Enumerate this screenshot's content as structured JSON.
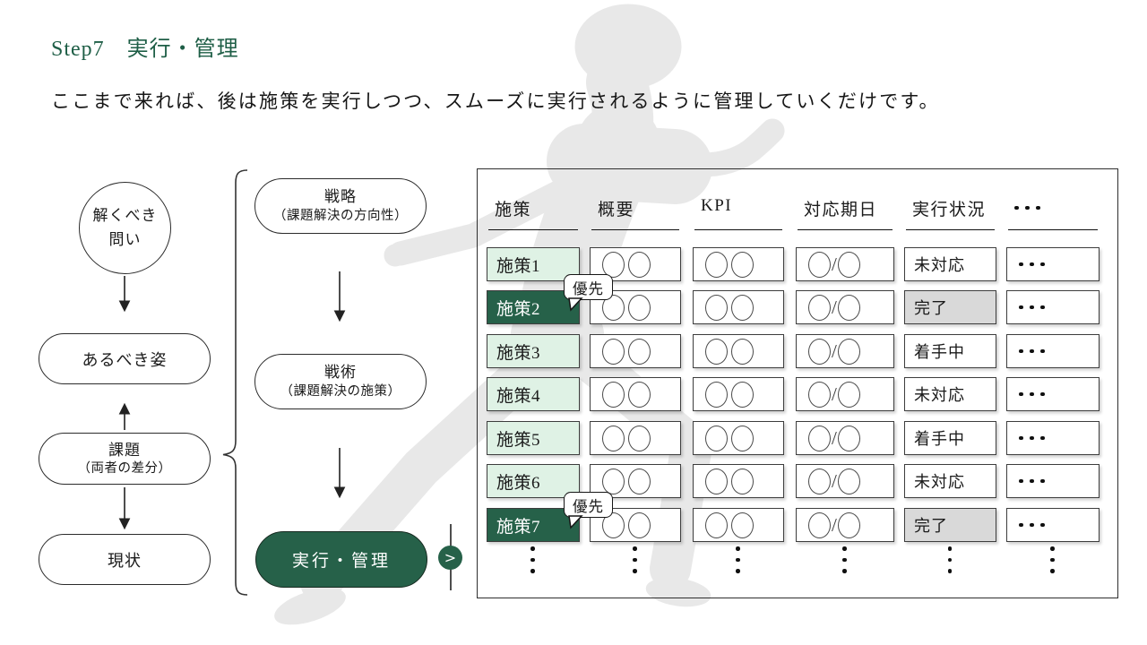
{
  "page": {
    "title": "Step7　実行・管理",
    "lead": "ここまで来れば、後は施策を実行しつつ、スムーズに実行されるように管理していくだけです。"
  },
  "colors": {
    "accent_green": "#266149",
    "light_green": "#dff2e5",
    "done_gray": "#d9d9d9",
    "silhouette_gray": "#e8e8e8",
    "title_green": "#1e5e46"
  },
  "flow_left": {
    "question": {
      "line1": "解くべき",
      "line2": "問い"
    },
    "ideal": {
      "label": "あるべき姿"
    },
    "issue": {
      "line1": "課題",
      "line2": "（両者の差分）"
    },
    "current": {
      "label": "現状"
    }
  },
  "flow_mid": {
    "strategy": {
      "line1": "戦略",
      "line2": "（課題解決の方向性）"
    },
    "tactics": {
      "line1": "戦術",
      "line2": "（課題解決の施策）"
    },
    "execute": {
      "label": "実行・管理"
    },
    "chevron": ">"
  },
  "table": {
    "headers": [
      "施策",
      "概要",
      "KPI",
      "対応期日",
      "実行状況",
      "・・・"
    ],
    "priority_badge": "優先",
    "overview_placeholder": "○○",
    "kpi_placeholder": "○○",
    "due_placeholder": "○/○",
    "row_ellipsis": "・・・",
    "column_ellipsis": "⋮",
    "rows": [
      {
        "name": "施策1",
        "overview": "○○",
        "kpi": "○○",
        "due": "○/○",
        "status": "未対応",
        "priority": false,
        "done": false
      },
      {
        "name": "施策2",
        "overview": "○○",
        "kpi": "○○",
        "due": "○/○",
        "status": "完了",
        "priority": true,
        "done": true
      },
      {
        "name": "施策3",
        "overview": "○○",
        "kpi": "○○",
        "due": "○/○",
        "status": "着手中",
        "priority": false,
        "done": false
      },
      {
        "name": "施策4",
        "overview": "○○",
        "kpi": "○○",
        "due": "○/○",
        "status": "未対応",
        "priority": false,
        "done": false
      },
      {
        "name": "施策5",
        "overview": "○○",
        "kpi": "○○",
        "due": "○/○",
        "status": "着手中",
        "priority": false,
        "done": false
      },
      {
        "name": "施策6",
        "overview": "○○",
        "kpi": "○○",
        "due": "○/○",
        "status": "未対応",
        "priority": false,
        "done": false
      },
      {
        "name": "施策7",
        "overview": "○○",
        "kpi": "○○",
        "due": "○/○",
        "status": "完了",
        "priority": true,
        "done": true
      }
    ]
  }
}
